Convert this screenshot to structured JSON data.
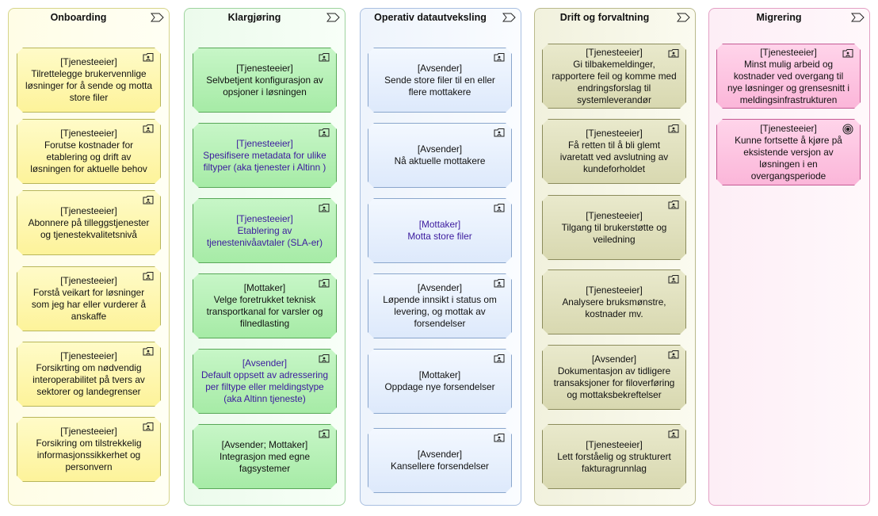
{
  "columns": [
    {
      "title": "Onboarding",
      "cards": [
        {
          "text": "[Tjenesteeier]\nTilrettelegge brukervennlige løsninger for å sende og motta store filer",
          "purple": false,
          "icon": "actor-icon"
        },
        {
          "text": "[Tjenesteeier]\nForutse kostnader for etablering og drift av løsningen for aktuelle behov",
          "purple": false,
          "icon": "actor-icon"
        },
        {
          "text": "[Tjenesteeier]\nAbonnere på tilleggstjenester og tjenestekvalitetsnivå",
          "purple": false,
          "icon": "actor-icon"
        },
        {
          "text": "[Tjenesteeier]\nForstå veikart for løsninger som jeg har eller vurderer å anskaffe",
          "purple": false,
          "icon": "actor-icon"
        },
        {
          "text": "[Tjenesteeier]\nForsikrting om nødvendig interoperabilitet på tvers av sektorer og landegrenser",
          "purple": false,
          "icon": "actor-icon"
        },
        {
          "text": "[Tjenesteeier]\nForsikring om tilstrekkelig informasjonssikkerhet og personvern",
          "purple": false,
          "icon": "actor-icon"
        }
      ]
    },
    {
      "title": "Klargjøring",
      "cards": [
        {
          "text": "[Tjenesteeier]\nSelvbetjent konfigurasjon  av opsjoner i  løsningen",
          "purple": false,
          "icon": "actor-icon"
        },
        {
          "text": "[Tjenesteeier]\nSpesifisere metadata for ulike filtyper (aka  tjenester i Altinn )",
          "purple": true,
          "icon": "actor-icon"
        },
        {
          "text": "[Tjenesteeier]\nEtablering av tjenestenivåavtaler (SLA-er)",
          "purple": true,
          "icon": "actor-icon"
        },
        {
          "text": "[Mottaker]\nVelge foretrukket teknisk transportkanal for varsler og filnedlasting",
          "purple": false,
          "icon": "actor-icon"
        },
        {
          "text": "[Avsender]\nDefault oppsett av adressering per filtype eller meldingstype (aka Altinn tjeneste)",
          "purple": true,
          "icon": "actor-icon"
        },
        {
          "text": "[Avsender; Mottaker]\nIntegrasjon med egne fagsystemer",
          "purple": false,
          "icon": "actor-icon"
        }
      ]
    },
    {
      "title": "Operativ datautveksling",
      "cards": [
        {
          "text": "[Avsender]\nSende store  filer til en eller flere mottakere",
          "purple": false,
          "icon": "actor-icon"
        },
        {
          "text": "[Avsender]\nNå aktuelle mottakere",
          "purple": false,
          "icon": "actor-icon"
        },
        {
          "text": "[Mottaker]\nMotta store filer",
          "purple": true,
          "icon": "actor-icon"
        },
        {
          "text": "[Avsender]\nLøpende innsikt i  status om levering, og mottak av forsendelser",
          "purple": false,
          "icon": "actor-icon"
        },
        {
          "text": "[Mottaker]\nOppdage nye forsendelser",
          "purple": false,
          "icon": "actor-icon"
        },
        {
          "text": "[Avsender]\nKansellere forsendelser",
          "purple": false,
          "icon": "actor-icon"
        }
      ]
    },
    {
      "title": "Drift og forvaltning",
      "cards": [
        {
          "text": "[Tjenesteeier]\nGi tilbakemeldinger, rapportere feil og komme med endringsforslag til systemleverandør",
          "purple": false,
          "icon": "actor-icon"
        },
        {
          "text": "[Tjenesteeier]\nFå retten til å bli glemt ivaretatt ved avslutning av kundeforholdet",
          "purple": false,
          "icon": "actor-icon"
        },
        {
          "text": "[Tjenesteeier]\nTilgang til brukerstøtte og veiledning",
          "purple": false,
          "icon": "actor-icon"
        },
        {
          "text": "[Tjenesteeier]\nAnalysere bruksmønstre, kostnader mv.",
          "purple": false,
          "icon": "actor-icon"
        },
        {
          "text": "[Avsender]\nDokumentasjon av tidligere transaksjoner for filoverføring og mottaksbekreftelser",
          "purple": false,
          "icon": "actor-icon"
        },
        {
          "text": "[Tjenesteeier]\nLett forståelig og strukturert fakturagrunnlag",
          "purple": false,
          "icon": "actor-icon"
        }
      ]
    },
    {
      "title": "Migrering",
      "cards": [
        {
          "text": "[Tjenesteeier]\nMinst mulig arbeid og kostnader ved overgang til nye løsninger og grensesnitt i meldingsinfrastrukturen",
          "purple": false,
          "icon": "actor-icon"
        },
        {
          "text": "[Tjenesteeier]\nKunne fortsette å kjøre på eksistende versjon av løsningen i en overgangsperiode",
          "purple": false,
          "icon": "goal-icon"
        }
      ]
    }
  ]
}
